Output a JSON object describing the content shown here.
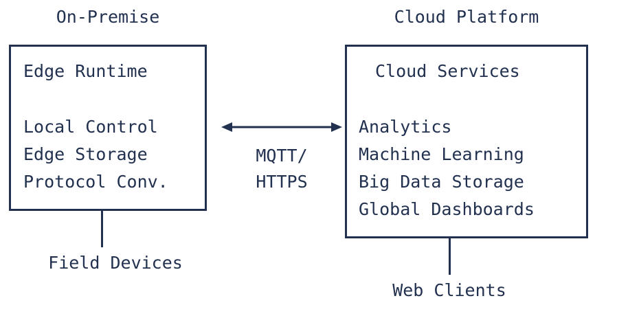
{
  "diagram": {
    "background_color": "#ffffff",
    "line_color": "#22314f",
    "text_color": "#22314f",
    "left_group": {
      "title": "On-Premise",
      "box_heading": "Edge Runtime",
      "items": [
        "Local Control",
        "Edge Storage",
        "Protocol Conv."
      ],
      "external_node": "Field Devices"
    },
    "right_group": {
      "title": "Cloud Platform",
      "box_heading": "Cloud Services",
      "items": [
        "Analytics",
        "Machine Learning",
        "Big Data Storage",
        "Global Dashboards"
      ],
      "external_node": "Web Clients"
    },
    "link": {
      "direction": "bidirectional",
      "protocol_line_1": "MQTT/",
      "protocol_line_2": "HTTPS"
    }
  }
}
